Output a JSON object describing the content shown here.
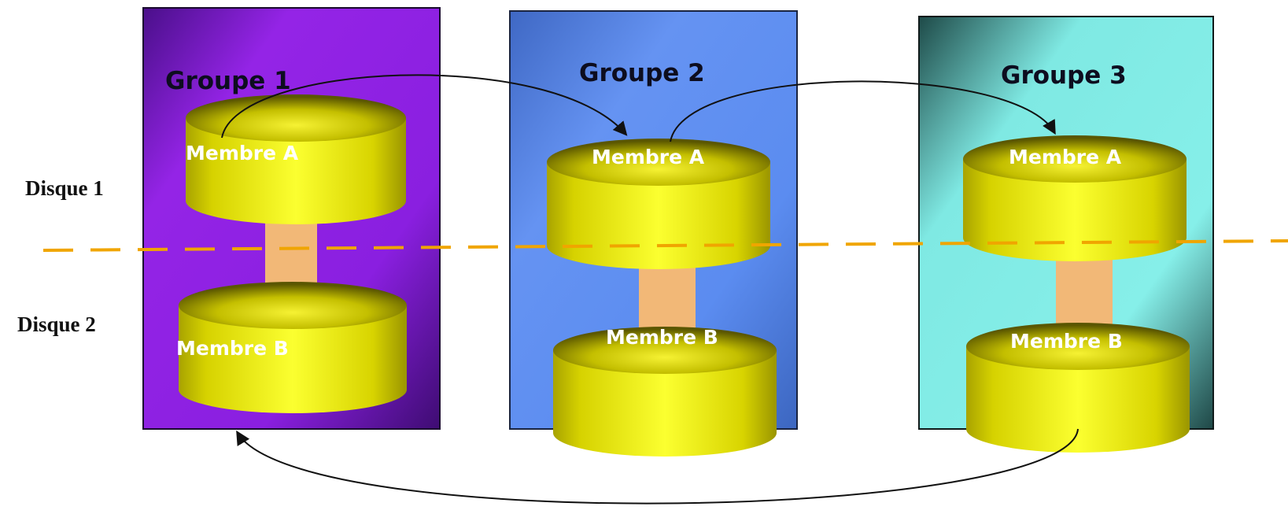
{
  "disk_labels": [
    "Disque 1",
    "Disque 2"
  ],
  "groups": [
    {
      "title": "Groupe 1",
      "member_a": "Membre A",
      "member_b": "Membre B"
    },
    {
      "title": "Groupe 2",
      "member_a": "Membre A",
      "member_b": "Membre B"
    },
    {
      "title": "Groupe 3",
      "member_a": "Membre A",
      "member_b": "Membre B"
    }
  ],
  "colors": {
    "group1_panel": "#8a1fe0",
    "group2_panel": "#5b8cf0",
    "group3_panel": "#80ece6",
    "cylinder": "#e8e400",
    "connector": "#f2b877",
    "divider": "#f0a500",
    "arrow": "#111111"
  }
}
